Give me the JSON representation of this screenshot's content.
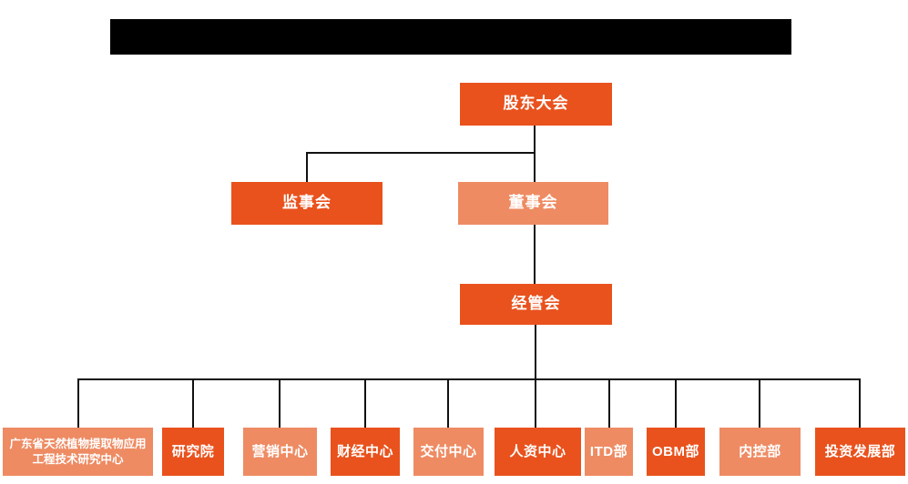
{
  "title_bar": {
    "redacted": true
  },
  "colors": {
    "primary": "#E9521D",
    "secondary": "#EE8B63",
    "line": "#111111",
    "text": "#FFFFFF",
    "redacted": "#000000"
  },
  "org": {
    "nodes": [
      {
        "id": "shareholders-meeting",
        "label": "股东大会",
        "variant": "primary",
        "level": 1
      },
      {
        "id": "supervisory-board",
        "label": "监事会",
        "variant": "primary",
        "level": 2
      },
      {
        "id": "board-of-directors",
        "label": "董事会",
        "variant": "secondary",
        "level": 2
      },
      {
        "id": "management-committee",
        "label": "经管会",
        "variant": "primary",
        "level": 3
      },
      {
        "id": "gd-plant-extract-research-center",
        "label": "广东省天然植物提取物应用工程技术研究中心",
        "variant": "secondary",
        "level": 4
      },
      {
        "id": "research-institute",
        "label": "研究院",
        "variant": "primary",
        "level": 4
      },
      {
        "id": "marketing-center",
        "label": "营销中心",
        "variant": "secondary",
        "level": 4
      },
      {
        "id": "finance-center",
        "label": "财经中心",
        "variant": "primary",
        "level": 4
      },
      {
        "id": "delivery-center",
        "label": "交付中心",
        "variant": "secondary",
        "level": 4
      },
      {
        "id": "hr-center",
        "label": "人资中心",
        "variant": "primary",
        "level": 4
      },
      {
        "id": "itd-dept",
        "label": "ITD部",
        "variant": "secondary",
        "level": 4
      },
      {
        "id": "obm-dept",
        "label": "OBM部",
        "variant": "primary",
        "level": 4
      },
      {
        "id": "internal-control-dept",
        "label": "内控部",
        "variant": "secondary",
        "level": 4
      },
      {
        "id": "investment-development-dept",
        "label": "投资发展部",
        "variant": "primary",
        "level": 4
      }
    ]
  }
}
